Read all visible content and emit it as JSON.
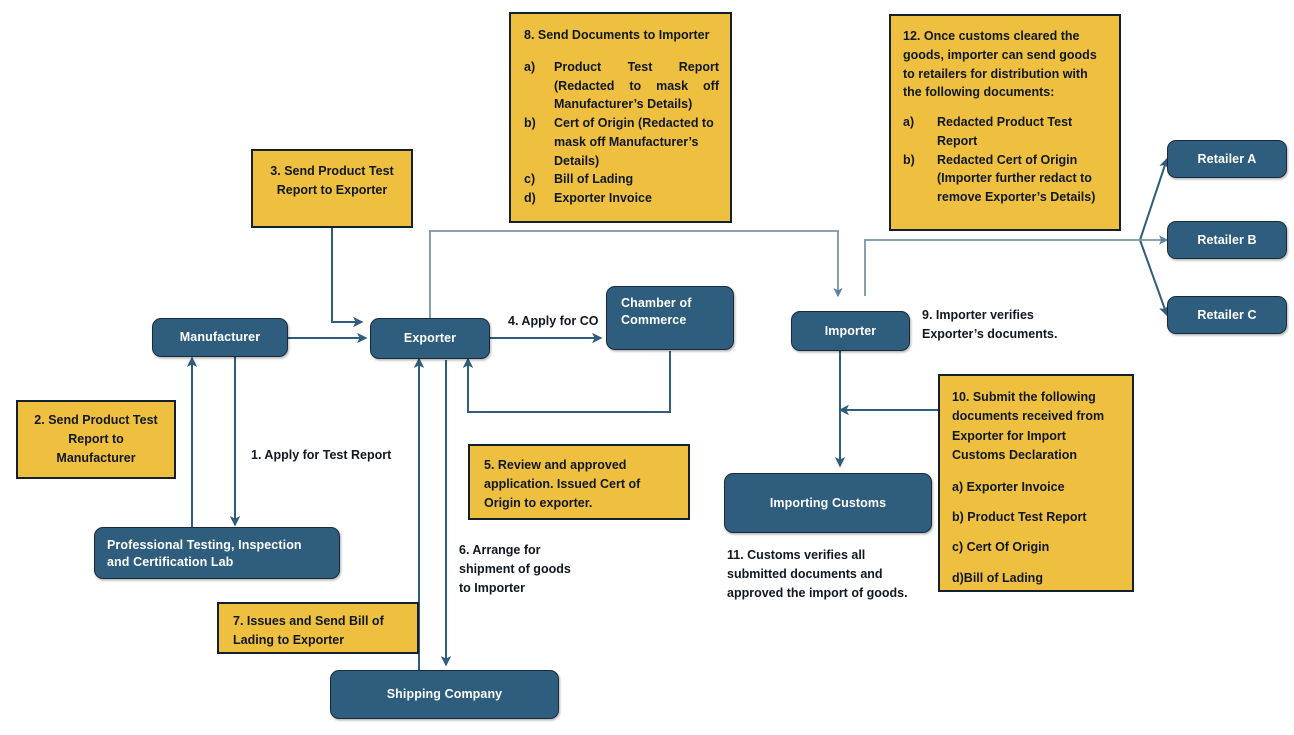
{
  "theme": {
    "node_fill": "#2E5D7D",
    "node_text": "#FFFFFF",
    "note_fill": "#EFC040",
    "note_border": "#14202E",
    "note_text": "#101820",
    "edge_color": "#2E5D7D",
    "edge_color_light": "#7796AB",
    "background": "#FFFFFF"
  },
  "nodes": {
    "manufacturer": "Manufacturer",
    "exporter": "Exporter",
    "chamber_of_commerce": "Chamber of\nCommerce",
    "chamber_line1": "Chamber of",
    "chamber_line2": "Commerce",
    "lab_line1": "Professional  Testing,  Inspection",
    "lab_line2": "and Certification Lab",
    "shipping_company": "Shipping Company",
    "importer": "Importer",
    "importing_customs": "Importing Customs",
    "retailer_a": "Retailer A",
    "retailer_b": "Retailer B",
    "retailer_c": "Retailer C"
  },
  "edge_labels": {
    "step1": "1. Apply for Test Report",
    "step4": "4. Apply for CO",
    "step6_line1": "6. Arrange for",
    "step6_line2": "shipment of goods",
    "step6_line3": "to Importer",
    "step9_line1": "9. Importer verifies",
    "step9_line2": "Exporter’s documents.",
    "step11_line1": "11. Customs verifies all",
    "step11_line2": "submitted documents and",
    "step11_line3": "approved the import of goods."
  },
  "notes": {
    "step2": {
      "line1": "2. Send Product Test",
      "line2": "Report to",
      "line3": "Manufacturer"
    },
    "step3": {
      "line1": "3. Send Product Test",
      "line2": "Report to Exporter"
    },
    "step5": {
      "line1": "5. Review and approved",
      "line2": "application. Issued Cert of",
      "line3": "Origin to exporter."
    },
    "step7": {
      "line1": "7. Issues and Send Bill of",
      "line2": "Lading to Exporter"
    },
    "step8": {
      "title": "8. Send Documents to Importer",
      "items": [
        {
          "marker": "a)",
          "text": "Product Test Report (Redacted to mask off Manufacturer’s Details)"
        },
        {
          "marker": "b)",
          "text": "Cert of  Origin (Redacted to mask off Manufacturer’s Details)"
        },
        {
          "marker": "c)",
          "text": "Bill of Lading"
        },
        {
          "marker": "d)",
          "text": "Exporter Invoice"
        }
      ]
    },
    "step10": {
      "title_line1": "10. Submit the following",
      "title_line2": "documents received from",
      "title_line3": "Exporter for Import",
      "title_line4": "Customs Declaration",
      "items": [
        "a) Exporter Invoice",
        "b) Product Test Report",
        "c) Cert Of Origin",
        "d)Bill of Lading"
      ]
    },
    "step12": {
      "title_line1": "12. Once customs cleared the",
      "title_line2": "goods, importer can send goods",
      "title_line3": "to retailers for distribution with",
      "title_line4": "the following documents:",
      "items": [
        {
          "marker": "a)",
          "text": "Redacted Product Test Report"
        },
        {
          "marker": "b)",
          "text": "Redacted Cert of Origin (Importer further redact to remove Exporter’s Details)"
        }
      ]
    }
  }
}
